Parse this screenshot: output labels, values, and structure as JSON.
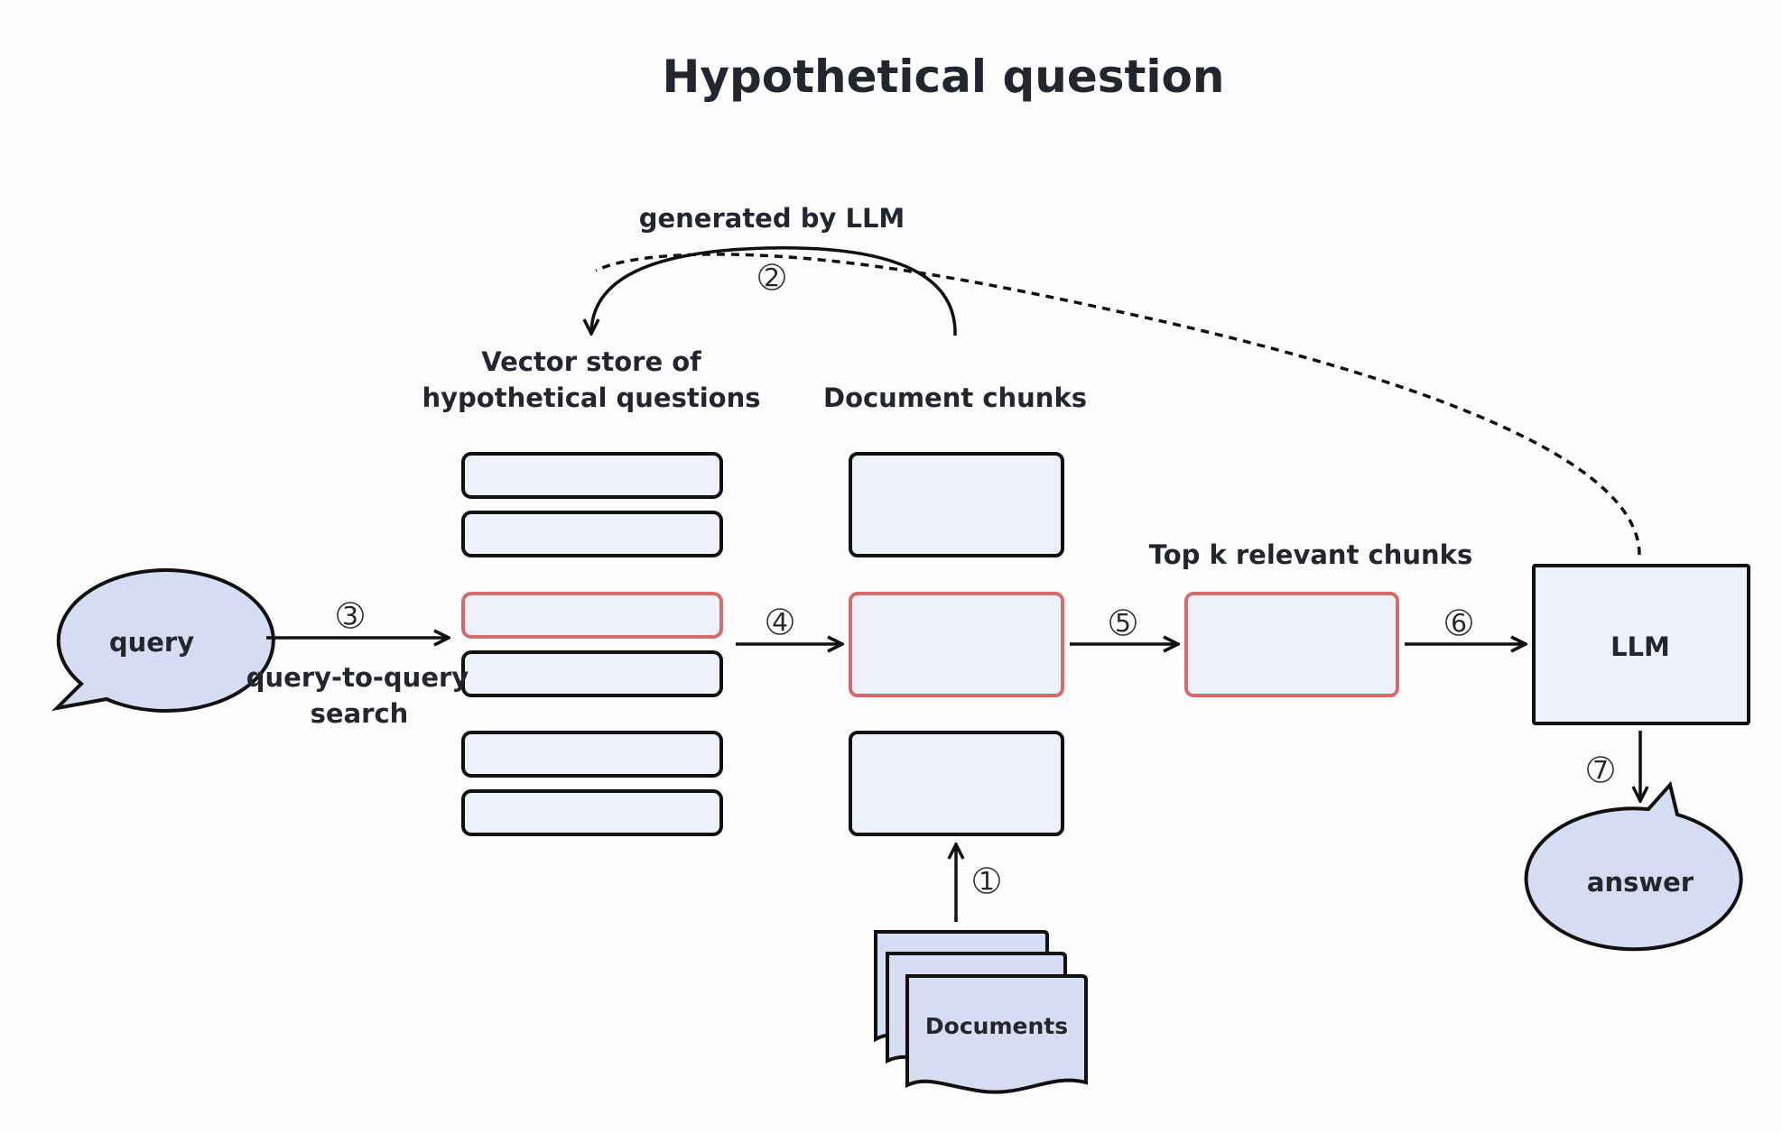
{
  "diagram": {
    "title": "Hypothetical question",
    "nodes": {
      "query": "query",
      "vector_store": [
        "Vector store of",
        "hypothetical questions"
      ],
      "document_chunks": "Document chunks",
      "top_k": "Top k relevant chunks",
      "llm": "LLM",
      "answer": "answer",
      "documents": "Documents"
    },
    "edge_labels": {
      "generated_by_llm": "generated by LLM",
      "query_to_query": [
        "query-to-query",
        "search"
      ]
    },
    "steps": [
      "①",
      "②",
      "③",
      "④",
      "⑤",
      "⑥",
      "⑦"
    ],
    "colors": {
      "box_fill": "#eef1fa",
      "highlight_stroke": "#d66b6b",
      "bubble_fill": "#d6dcf2",
      "stroke": "#111111"
    }
  }
}
